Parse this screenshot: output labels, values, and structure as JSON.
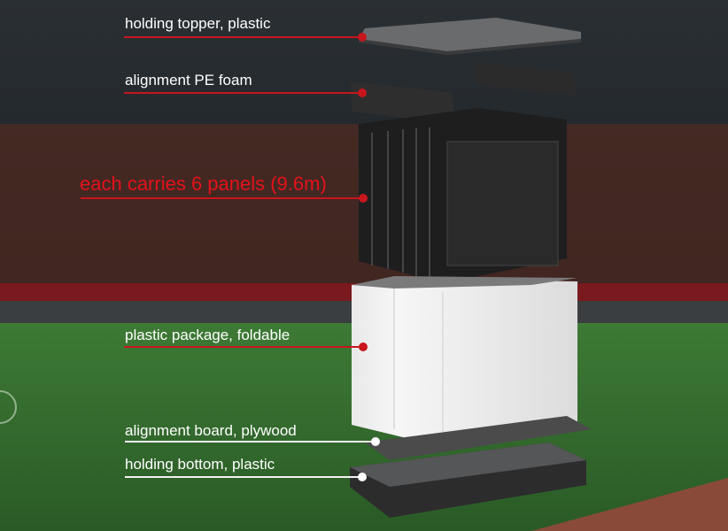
{
  "labels": {
    "topper": "holding topper, plastic",
    "foam": "alignment PE foam",
    "panels": "each carries 6 panels (9.6m)",
    "package": "plastic package, foldable",
    "board": "alignment board, plywood",
    "bottom": "holding bottom, plastic"
  },
  "colors": {
    "accent_red": "#c8161d",
    "red_text": "#e3121b",
    "field": "#2f6a2c"
  }
}
